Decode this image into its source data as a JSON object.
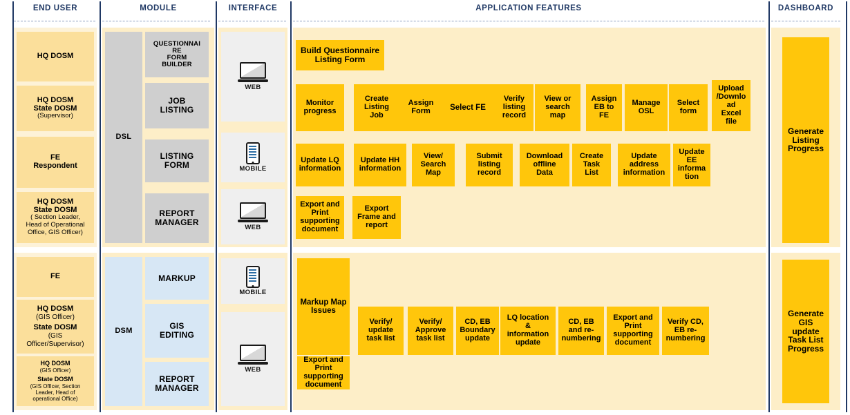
{
  "columns": [
    {
      "key": "end_user",
      "label": "END USER"
    },
    {
      "key": "module",
      "label": "MODULE"
    },
    {
      "key": "interface",
      "label": "INTERFACE"
    },
    {
      "key": "application_features",
      "label": "APPLICATION FEATURES"
    },
    {
      "key": "dashboard",
      "label": "DASHBOARD"
    }
  ],
  "colors": {
    "feature_yellow": "#ffc60b",
    "end_user_yellow": "#fbdf9b",
    "band_cream": "#fdeec8",
    "module_dsl_grey": "#cfcfcf",
    "module_dsm_blue": "#d7e7f5",
    "interface_grey": "#efefef",
    "separator_navy": "#1f3864",
    "header_text": "#1f3864"
  },
  "sections": [
    {
      "key": "dsl",
      "module_group_label": "DSL",
      "end_users": [
        {
          "main": "HQ DOSM",
          "sub": ""
        },
        {
          "main": "HQ DOSM\nState DOSM",
          "sub": "(Supervisor)"
        },
        {
          "main": "FE\nRespondent",
          "sub": ""
        },
        {
          "main": "HQ DOSM\nState DOSM",
          "sub": "( Section Leader,\nHead of Operational\nOffice, GIS Officer)"
        }
      ],
      "modules": [
        "QUESTIONNAI\nRE\nFORM\nBUILDER",
        "JOB\nLISTING",
        "LISTING\nFORM",
        "REPORT\nMANAGER"
      ],
      "interfaces": [
        {
          "icon": "laptop-icon",
          "label": "WEB"
        },
        {
          "icon": "phone-icon",
          "label": "MOBILE"
        },
        {
          "icon": "laptop-icon",
          "label": "WEB"
        }
      ],
      "feature_rows": [
        [
          "Build Questionnaire\nListing Form"
        ],
        [
          "Monitor\nprogress",
          "Create\nListing\nJob",
          "Assign\nForm",
          "Select FE",
          "Verify\nlisting\nrecord",
          "View or\nsearch\nmap",
          "Assign\nEB to\nFE",
          "Manage\nOSL",
          "Select\nform",
          "Upload\n/Downlo\nad\nExcel\nfile"
        ],
        [
          "Update LQ\ninformation",
          "Update HH\ninformation",
          "View/\nSearch\nMap",
          "Submit\nlisting\nrecord",
          "Download\noffline\nData",
          "Create\nTask\nList",
          "Update\naddress\ninformation",
          "Update\nEE\ninforma\ntion"
        ],
        [
          "Export and\nPrint\nsupporting\ndocument",
          "Export\nFrame and\nreport"
        ]
      ],
      "dashboard": "Generate\nListing\nProgress"
    },
    {
      "key": "dsm",
      "module_group_label": "DSM",
      "end_users": [
        {
          "main": "FE",
          "sub": ""
        },
        {
          "main": "HQ DOSM",
          "sub": "(GIS Officer)",
          "main2": "State DOSM",
          "sub2": "(GIS\nOfficer/Supervisor)"
        },
        {
          "main": "HQ DOSM",
          "sub": "(GIS Officer)",
          "main2": "State DOSM",
          "sub2": "(GIS Officer, Section\nLeader, Head of\noperational Office)"
        }
      ],
      "modules": [
        "MARKUP",
        "GIS\nEDITING",
        "REPORT\nMANAGER"
      ],
      "interfaces": [
        {
          "icon": "phone-icon",
          "label": "MOBILE"
        },
        {
          "icon": "laptop-icon",
          "label": "WEB"
        }
      ],
      "feature_rows": [
        [
          "Markup Map\nIssues",
          "Verify/\nupdate\ntask list",
          "Verify/\nApprove\ntask list",
          "CD, EB\nBoundary\nupdate",
          "LQ location\n&\ninformation\nupdate",
          "CD, EB\nand re-\nnumbering",
          "Export and\nPrint\nsupporting\ndocument",
          "Verify CD,\nEB re-\nnumbering"
        ],
        [
          "Export and\nPrint\nsupporting\ndocument"
        ]
      ],
      "dashboard": "Generate\nGIS\nupdate\nTask List\nProgress"
    }
  ]
}
